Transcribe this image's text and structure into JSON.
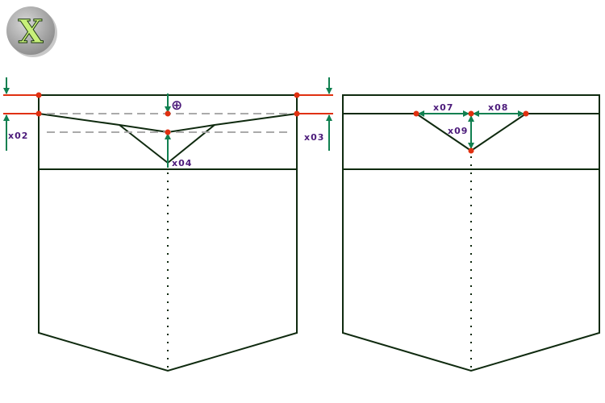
{
  "logo": {
    "letter": "X"
  },
  "left_pocket": {
    "labels": {
      "x02": "x02",
      "x03": "x03",
      "x04": "x04"
    },
    "plus_symbol": "⊕"
  },
  "right_pocket": {
    "labels": {
      "x07": "x07",
      "x08": "x08",
      "x09": "x09"
    }
  },
  "colors": {
    "outline": "#0f2a0f",
    "marker": "#e03010",
    "arrow": "#108050",
    "label": "#4b1a7a",
    "dashed": "#aaaaaa"
  }
}
